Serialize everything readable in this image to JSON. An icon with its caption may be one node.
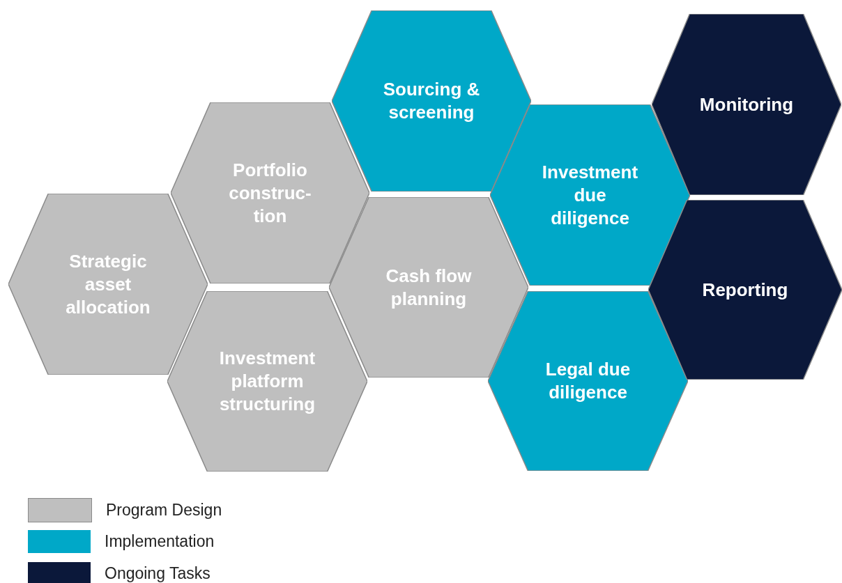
{
  "diagram": {
    "nodes": [
      {
        "text": [
          "Strategic asset allocation"
        ]
      },
      {
        "text": [
          "Portfolio construc- tion"
        ]
      },
      {
        "text": [
          "Investment platform structuring"
        ]
      },
      {
        "text": [
          "Sourcing & screening"
        ]
      },
      {
        "text": [
          "Cash flow planning"
        ]
      },
      {
        "text": [
          "Investment due diligence"
        ]
      },
      {
        "text": [
          "Legal due diligence"
        ]
      },
      {
        "text": [
          "Monitoring"
        ]
      },
      {
        "text": [
          "Reporting"
        ]
      }
    ],
    "legend": [
      {
        "text": "Program Design",
        "color": "#bfbfbf"
      },
      {
        "text": "Implementation",
        "color": "#00a8c8"
      },
      {
        "text": "Ongoing Tasks",
        "color": "#0b183a"
      }
    ]
  }
}
